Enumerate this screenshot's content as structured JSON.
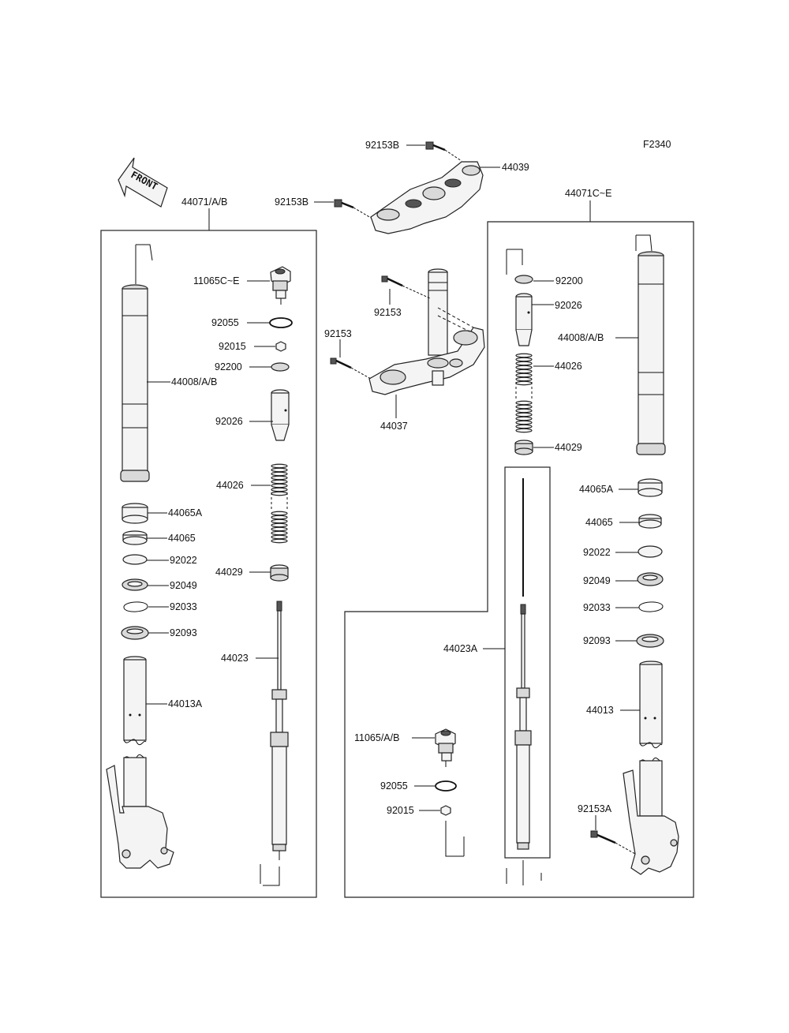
{
  "figure_code": "F2340",
  "front_arrow": "FRONT",
  "left_assembly": "44071/A/B",
  "right_assembly": "44071C~E",
  "labels": {
    "l_11065": "11065C~E",
    "l_92055": "92055",
    "l_92015": "92015",
    "l_92200": "92200",
    "l_44008": "44008/A/B",
    "l_92026": "92026",
    "l_44026": "44026",
    "l_44065A": "44065A",
    "l_44065": "44065",
    "l_92022": "92022",
    "l_44029": "44029",
    "l_92049": "92049",
    "l_92033": "92033",
    "l_92093": "92093",
    "l_44023": "44023",
    "l_44013A": "44013A",
    "c_92153B_top": "92153B",
    "c_44039": "44039",
    "c_92153B_left": "92153B",
    "c_92153_a": "92153",
    "c_92153_b": "92153",
    "c_44037": "44037",
    "r_92200": "92200",
    "r_92026": "92026",
    "r_44008": "44008/A/B",
    "r_44026": "44026",
    "r_44029": "44029",
    "r_44065A": "44065A",
    "r_44065": "44065",
    "r_92022": "92022",
    "r_92049": "92049",
    "r_92033": "92033",
    "r_92093": "92093",
    "r_44023A": "44023A",
    "r_44013": "44013",
    "r_11065": "11065/A/B",
    "r_92055": "92055",
    "r_92015": "92015",
    "r_92153A": "92153A"
  }
}
